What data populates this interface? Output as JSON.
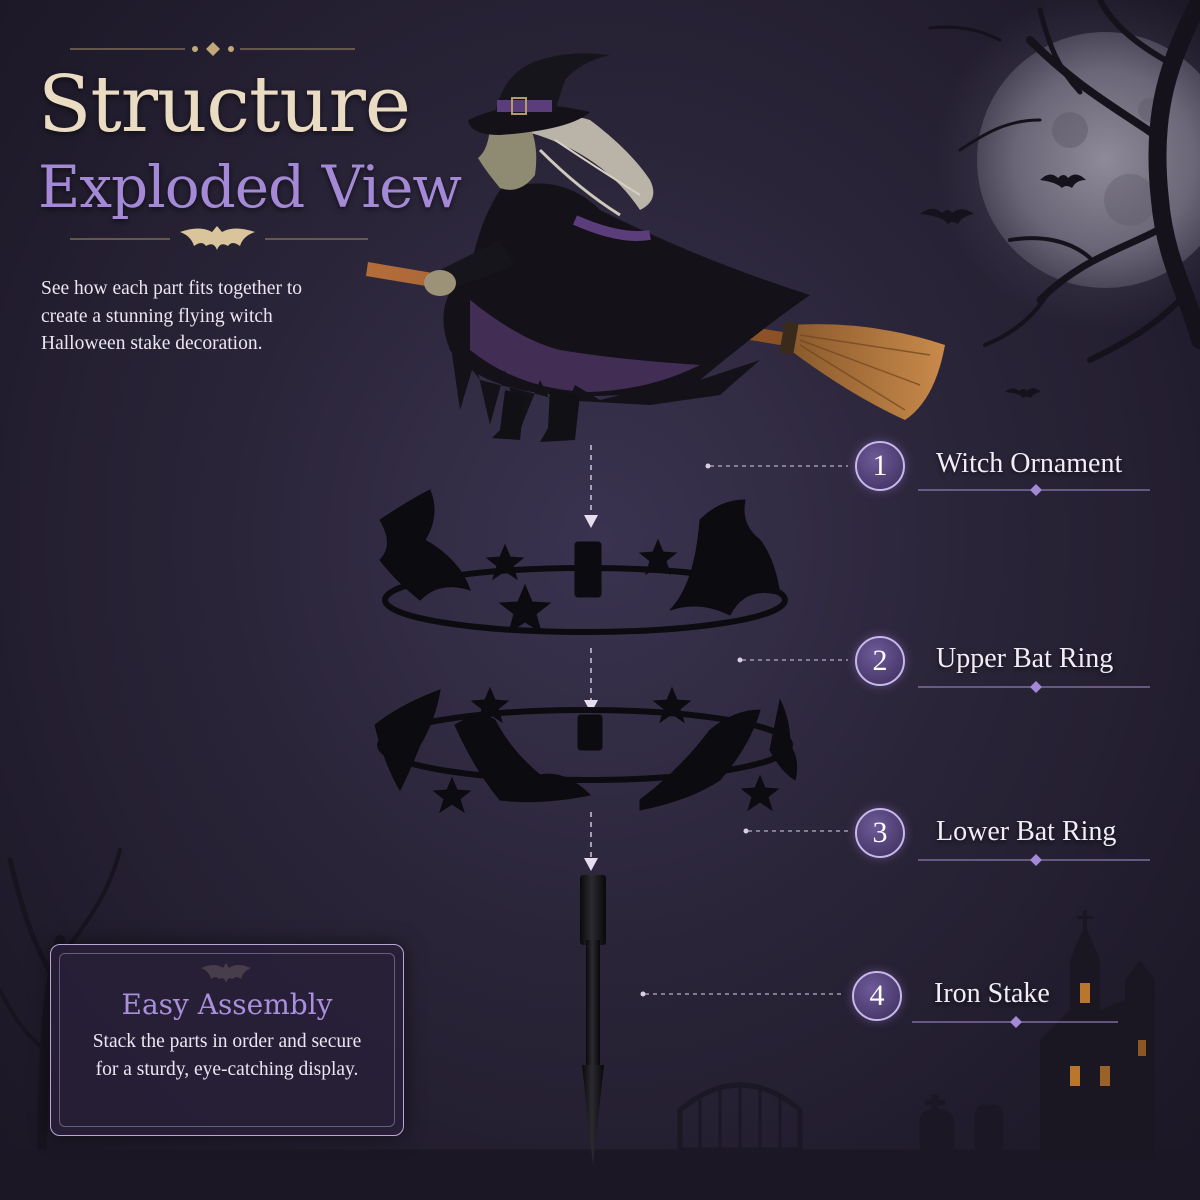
{
  "header": {
    "title_line1": "Structure",
    "title_line2": "Exploded View",
    "description": "See how each part fits together to create a stunning flying witch Halloween stake decoration."
  },
  "parts": [
    {
      "number": "1",
      "name": "Witch Ornament"
    },
    {
      "number": "2",
      "name": "Upper Bat Ring"
    },
    {
      "number": "3",
      "name": "Lower Bat Ring"
    },
    {
      "number": "4",
      "name": "Iron Stake"
    }
  ],
  "callout": {
    "title": "Easy Assembly",
    "text": "Stack the parts in order and secure for a sturdy, eye-catching display."
  },
  "colors": {
    "background": "#2a2438",
    "title_cream": "#e9dcc3",
    "accent_purple": "#a48ad6",
    "badge_fill": "#4a3b6d",
    "badge_border": "#c9b6ec"
  },
  "icons": [
    "moon-icon",
    "bat-icon",
    "ornament-icon",
    "haunted-house-icon",
    "arrow-down-icon"
  ]
}
